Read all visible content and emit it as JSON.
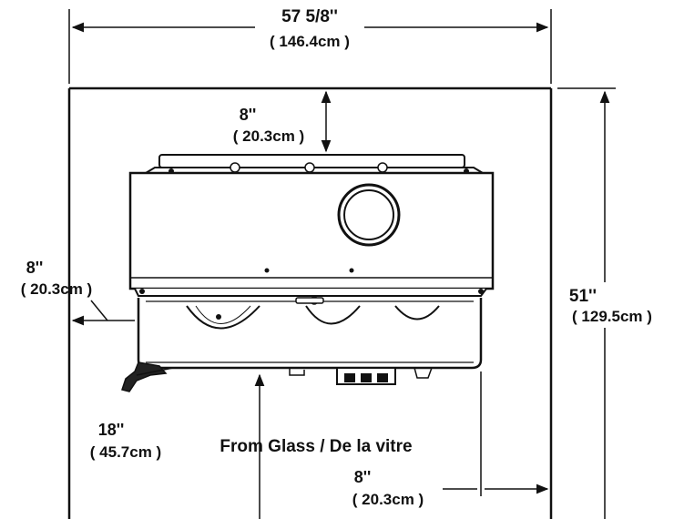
{
  "dimensions": {
    "overall_width": {
      "imperial": "57 5/8''",
      "metric": "( 146.4cm )"
    },
    "top_clearance": {
      "imperial": "8''",
      "metric": "( 20.3cm )"
    },
    "left_clearance": {
      "imperial": "8''",
      "metric": "( 20.3cm )"
    },
    "overall_height": {
      "imperial": "51''",
      "metric": "( 129.5cm )"
    },
    "front_clearance": {
      "imperial": "18''",
      "metric": "( 45.7cm )",
      "note": "From Glass / De la vitre"
    },
    "right_clearance": {
      "imperial": "8''",
      "metric": "( 20.3cm )"
    }
  }
}
